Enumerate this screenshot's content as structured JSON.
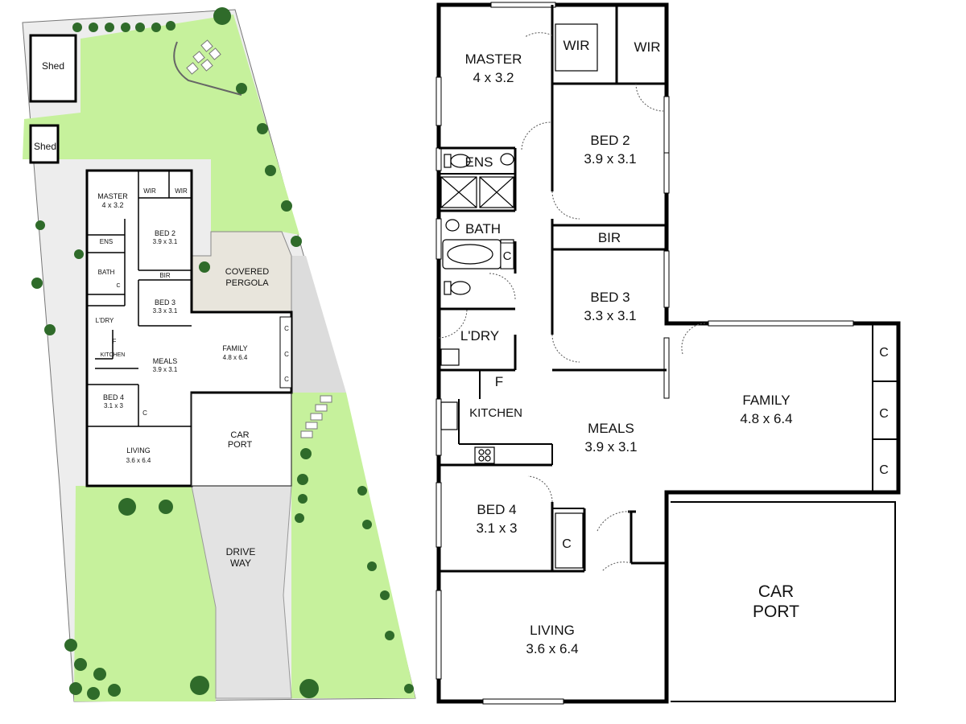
{
  "site_plan": {
    "sheds": [
      "Shed",
      "Shed"
    ],
    "covered_pergola": [
      "COVERED",
      "PERGOLA"
    ],
    "car_port": [
      "CAR",
      "PORT"
    ],
    "drive_way": [
      "DRIVE",
      "WAY"
    ],
    "rooms": {
      "master": [
        "MASTER",
        "4 x 3.2"
      ],
      "wir1": "WIR",
      "wir2": "WIR",
      "bed2": [
        "BED 2",
        "3.9 x 3.1"
      ],
      "ens": "ENS",
      "bath": "BATH",
      "bir": "BIR",
      "bed3": [
        "BED 3",
        "3.3 x 3.1"
      ],
      "ldry": "L'DRY",
      "kitchen": "KITCHEN",
      "fridge": "F",
      "meals": [
        "MEALS",
        "3.9 x 3.1"
      ],
      "family": [
        "FAMILY",
        "4.8 x 6.4"
      ],
      "bed4": [
        "BED 4",
        "3.1 x 3"
      ],
      "living": [
        "LIVING",
        "3.6 x 6.4"
      ],
      "cupboard": "C"
    }
  },
  "floor_plan": {
    "master": [
      "MASTER",
      "4 x 3.2"
    ],
    "wir1": "WIR",
    "wir2": "WIR",
    "bed2": [
      "BED 2",
      "3.9 x 3.1"
    ],
    "ens": "ENS",
    "bath": "BATH",
    "bath_cupboard": "C",
    "bir": "BIR",
    "bed3": [
      "BED 3",
      "3.3 x 3.1"
    ],
    "ldry": "L'DRY",
    "fridge": "F",
    "kitchen": "KITCHEN",
    "meals": [
      "MEALS",
      "3.9 x 3.1"
    ],
    "family": [
      "FAMILY",
      "4.8 x 6.4"
    ],
    "family_cupboards": [
      "C",
      "C",
      "C"
    ],
    "bed4": [
      "BED 4",
      "3.1 x 3"
    ],
    "bed4_cupboard": "C",
    "living": [
      "LIVING",
      "3.6 x 6.4"
    ],
    "car_port": [
      "CAR",
      "PORT"
    ]
  },
  "colors": {
    "lawn": "#c6f19c",
    "paving": "#ededed",
    "pergola": "#e8e5dc",
    "driveway": "#e3e3e3",
    "tree": "#2f6b2a",
    "wall": "#000000"
  }
}
